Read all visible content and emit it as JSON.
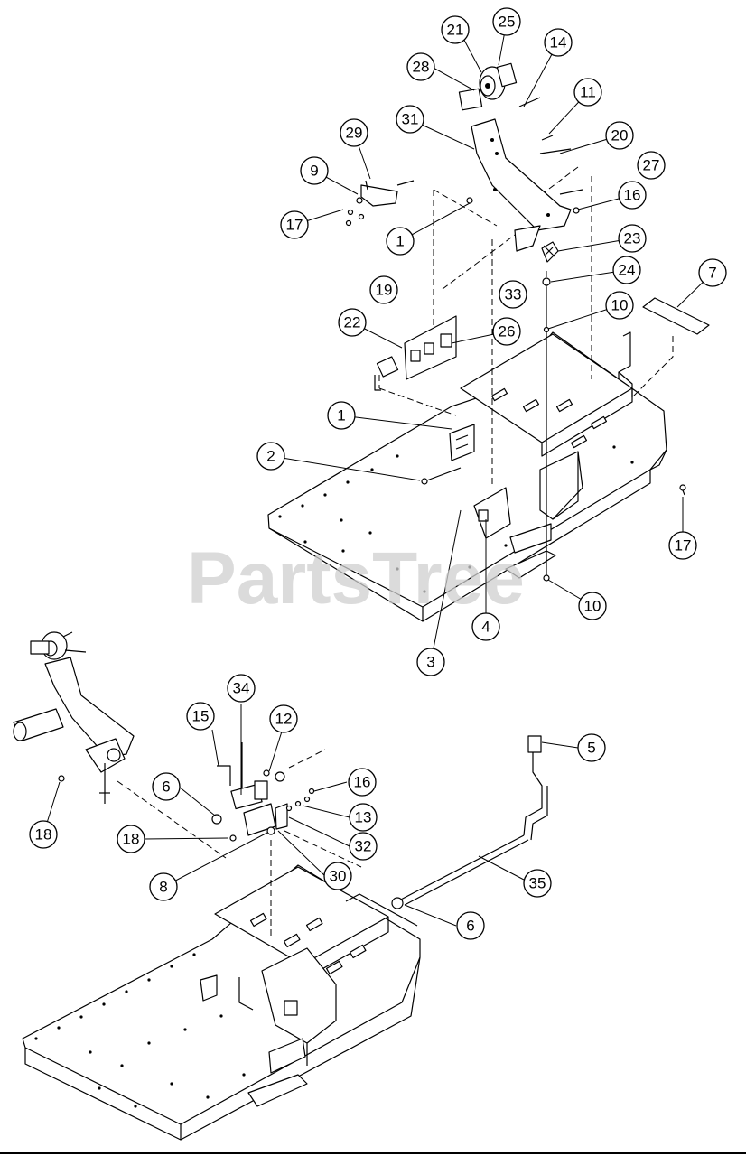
{
  "watermark": "PartsTree",
  "callouts_top": [
    "21",
    "25",
    "14",
    "28",
    "11",
    "31",
    "29",
    "20",
    "9",
    "27",
    "16",
    "17",
    "1",
    "23",
    "24",
    "19",
    "33",
    "7",
    "10",
    "22",
    "26",
    "1",
    "2",
    "17",
    "10",
    "4",
    "3"
  ],
  "callouts_bottom": [
    "34",
    "15",
    "12",
    "5",
    "6",
    "16",
    "13",
    "18",
    "18",
    "32",
    "30",
    "35",
    "8",
    "6"
  ],
  "free_labels": [
    "27",
    "19",
    "33"
  ]
}
